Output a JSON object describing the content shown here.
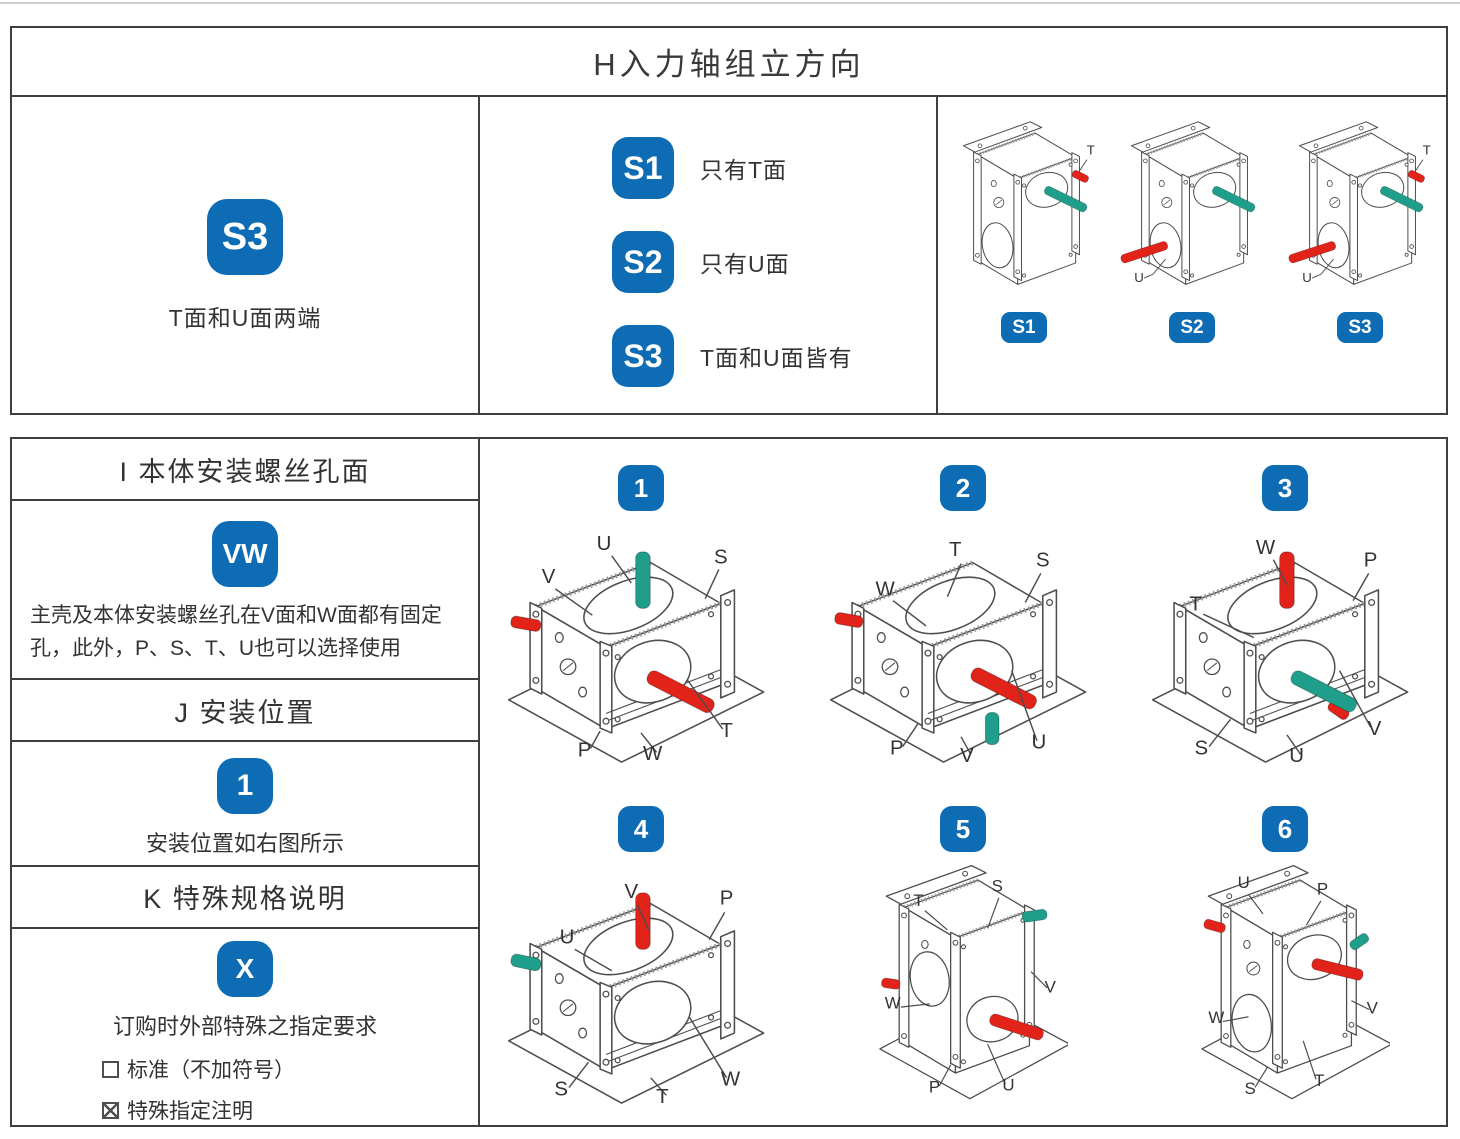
{
  "colors": {
    "accent": "#0e6cb4",
    "red": "#e2231a",
    "teal": "#1f9f8b",
    "line": "#4e4e4e"
  },
  "top_table": {
    "title": "H入力轴组立方向",
    "selected": {
      "badge": "S3",
      "caption": "T面和U面两端"
    },
    "options": [
      {
        "badge": "S1",
        "label": "只有T面"
      },
      {
        "badge": "S2",
        "label": "只有U面"
      },
      {
        "badge": "S3",
        "label": "T面和U面皆有"
      }
    ],
    "figures": [
      {
        "badge": "S1",
        "labels": [
          "T"
        ]
      },
      {
        "badge": "S2",
        "labels": [
          "U"
        ]
      },
      {
        "badge": "S3",
        "labels": [
          "T",
          "U"
        ]
      }
    ]
  },
  "bottom_table": {
    "section_i": {
      "header": "I 本体安装螺丝孔面",
      "badge": "VW",
      "description": "主壳及本体安装螺丝孔在V面和W面都有固定孔，此外，P、S、T、U也可以选择使用"
    },
    "section_j": {
      "header": "J 安装位置",
      "badge": "1",
      "description": "安装位置如右图所示"
    },
    "section_k": {
      "header": "K 特殊规格说明",
      "badge": "X",
      "description": "订购时外部特殊之指定要求",
      "options": [
        "标准（不加符号）",
        "特殊指定注明"
      ]
    },
    "figures": [
      {
        "badge": "1",
        "labels": [
          "V",
          "U",
          "S",
          "P",
          "W",
          "T"
        ]
      },
      {
        "badge": "2",
        "labels": [
          "W",
          "T",
          "S",
          "P",
          "V",
          "U"
        ]
      },
      {
        "badge": "3",
        "labels": [
          "T",
          "W",
          "P",
          "S",
          "U",
          "V"
        ]
      },
      {
        "badge": "4",
        "labels": [
          "U",
          "V",
          "P",
          "S",
          "T",
          "W"
        ]
      },
      {
        "badge": "5",
        "labels": [
          "T",
          "S",
          "W",
          "V",
          "P",
          "U"
        ]
      },
      {
        "badge": "6",
        "labels": [
          "U",
          "P",
          "W",
          "V",
          "S",
          "T"
        ]
      }
    ]
  }
}
